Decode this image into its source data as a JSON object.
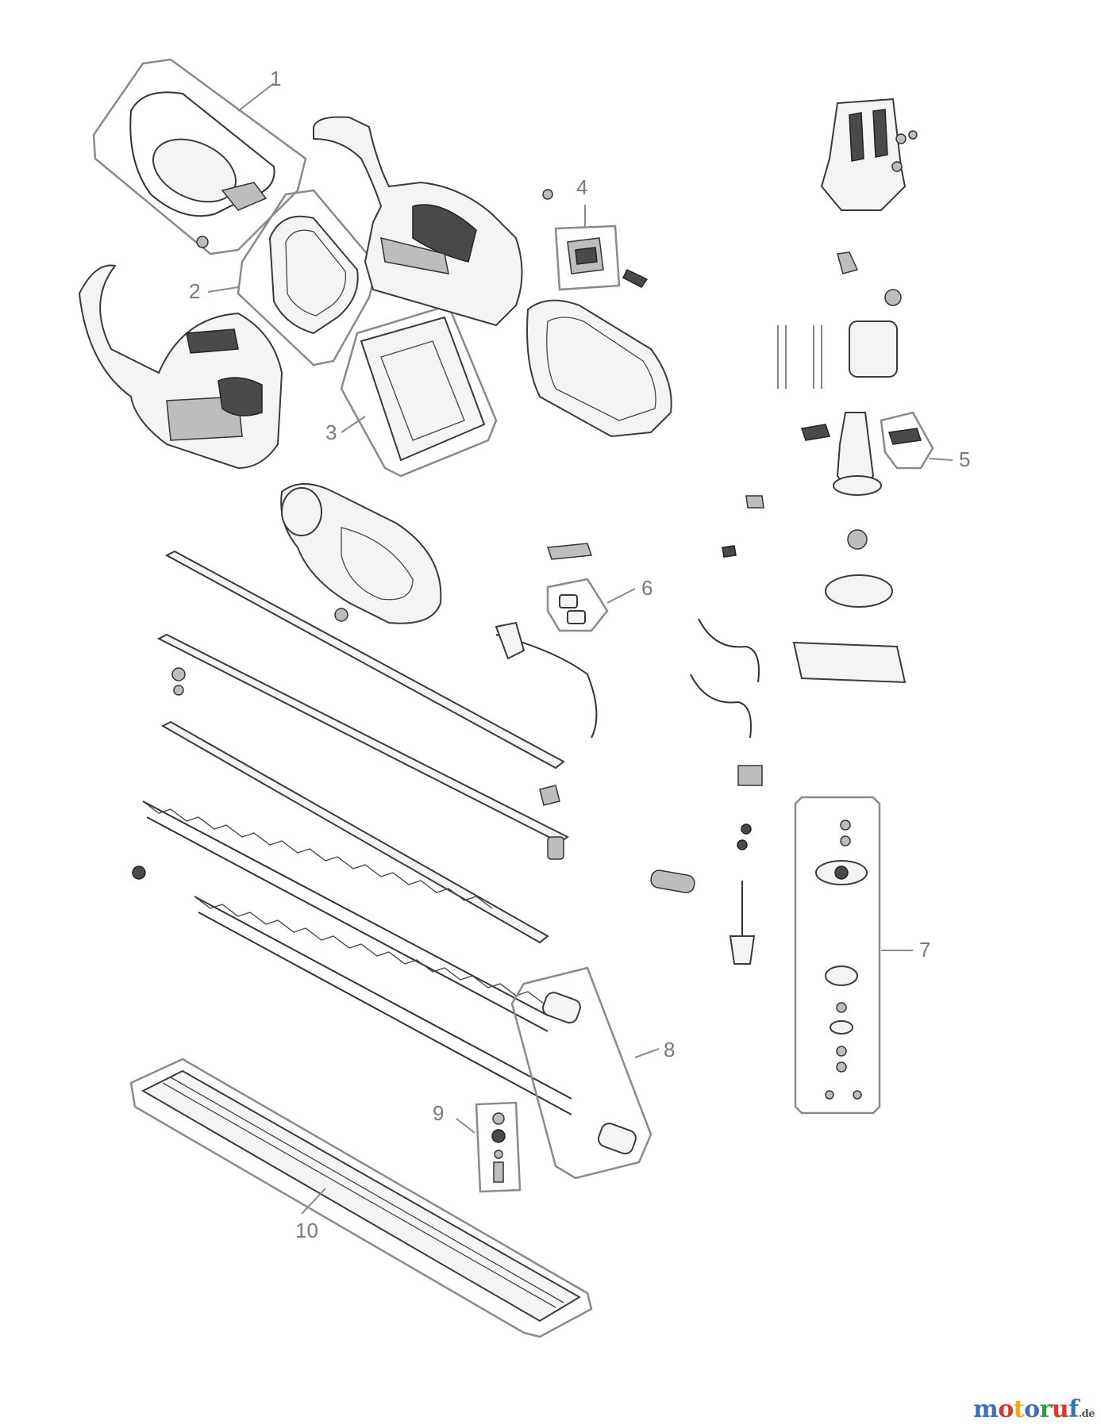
{
  "callouts": [
    {
      "id": "1",
      "label": "1"
    },
    {
      "id": "2",
      "label": "2"
    },
    {
      "id": "3",
      "label": "3"
    },
    {
      "id": "4",
      "label": "4"
    },
    {
      "id": "5",
      "label": "5"
    },
    {
      "id": "6",
      "label": "6"
    },
    {
      "id": "7",
      "label": "7"
    },
    {
      "id": "8",
      "label": "8"
    },
    {
      "id": "9",
      "label": "9"
    },
    {
      "id": "10",
      "label": "10"
    }
  ],
  "brand": {
    "letters": [
      {
        "char": "m",
        "color": "#3b6fb6"
      },
      {
        "char": "o",
        "color": "#d9392b"
      },
      {
        "char": "t",
        "color": "#f0a81c"
      },
      {
        "char": "o",
        "color": "#3b6fb6"
      },
      {
        "char": "r",
        "color": "#2f9a48"
      },
      {
        "char": "u",
        "color": "#d9392b"
      },
      {
        "char": "f",
        "color": "#3b6fb6"
      }
    ],
    "suffix": ".de"
  },
  "colors": {
    "frame": "#8a8a8a",
    "label": "#7a7a7a",
    "outline": "#333333"
  }
}
